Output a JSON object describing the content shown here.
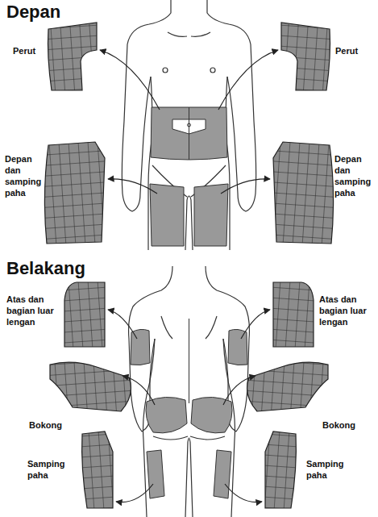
{
  "diagram": {
    "labels": [
      "Depan",
      "Perut",
      "Perut",
      "Depan dan samping paha",
      "Depan dan samping paha",
      "Belakang",
      "Atas dan bagian luar lengan",
      "Atas dan bagian luar lengan",
      "Bokong",
      "Bokong",
      "Samping paha",
      "Samping paha"
    ]
  }
}
